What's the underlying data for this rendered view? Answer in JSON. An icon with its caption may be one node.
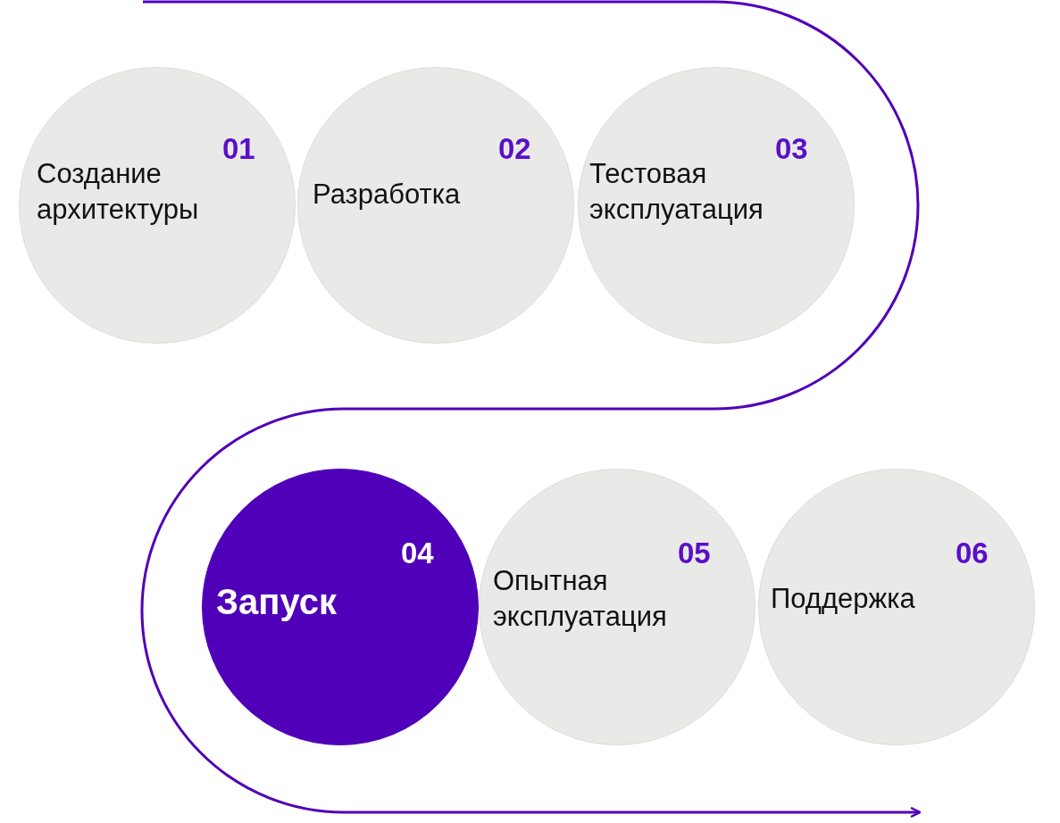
{
  "diagram": {
    "nodes": [
      {
        "text": [
          "01",
          "Создание архитектуры"
        ]
      },
      {
        "text": [
          "02",
          "Разработка"
        ]
      },
      {
        "text": [
          "03",
          "Тестовая эксплуатация"
        ]
      },
      {
        "text": [
          "04",
          "Запуск"
        ]
      },
      {
        "text": [
          "05",
          "Опытная эксплуатация"
        ]
      },
      {
        "text": [
          "06",
          "Поддержка"
        ]
      }
    ]
  }
}
